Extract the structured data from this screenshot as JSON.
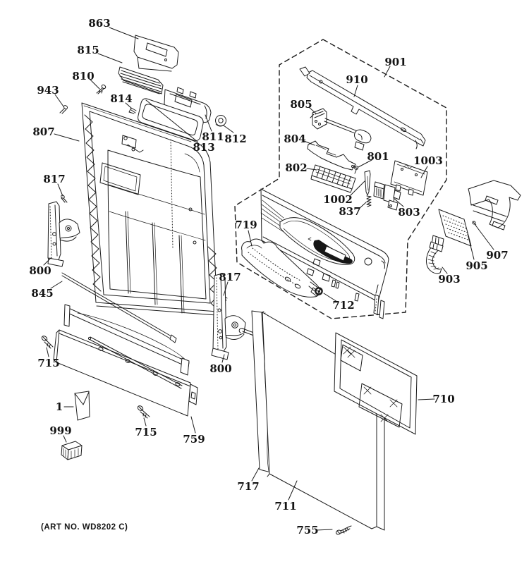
{
  "colors": {
    "ink": "#1c1c1c",
    "paper": "#ffffff"
  },
  "art_no": "(ART NO. WD8202 C)",
  "callouts": {
    "l863": "863",
    "l815": "815",
    "l810": "810",
    "l943": "943",
    "l814": "814",
    "l807": "807",
    "l811": "811",
    "l812": "812",
    "l813": "813",
    "l817a": "817",
    "l800a": "800",
    "l845": "845",
    "l715a": "715",
    "l1": "1",
    "l999": "999",
    "l715b": "715",
    "l759": "759",
    "l800b": "800",
    "l817b": "817",
    "l719": "719",
    "l712": "712",
    "l901": "901",
    "l910": "910",
    "l805": "805",
    "l804": "804",
    "l802": "802",
    "l801": "801",
    "l1002": "1002",
    "l837": "837",
    "l803": "803",
    "l1003": "1003",
    "l907": "907",
    "l905": "905",
    "l903": "903",
    "l710": "710",
    "l717": "717",
    "l711": "711",
    "l755": "755"
  }
}
